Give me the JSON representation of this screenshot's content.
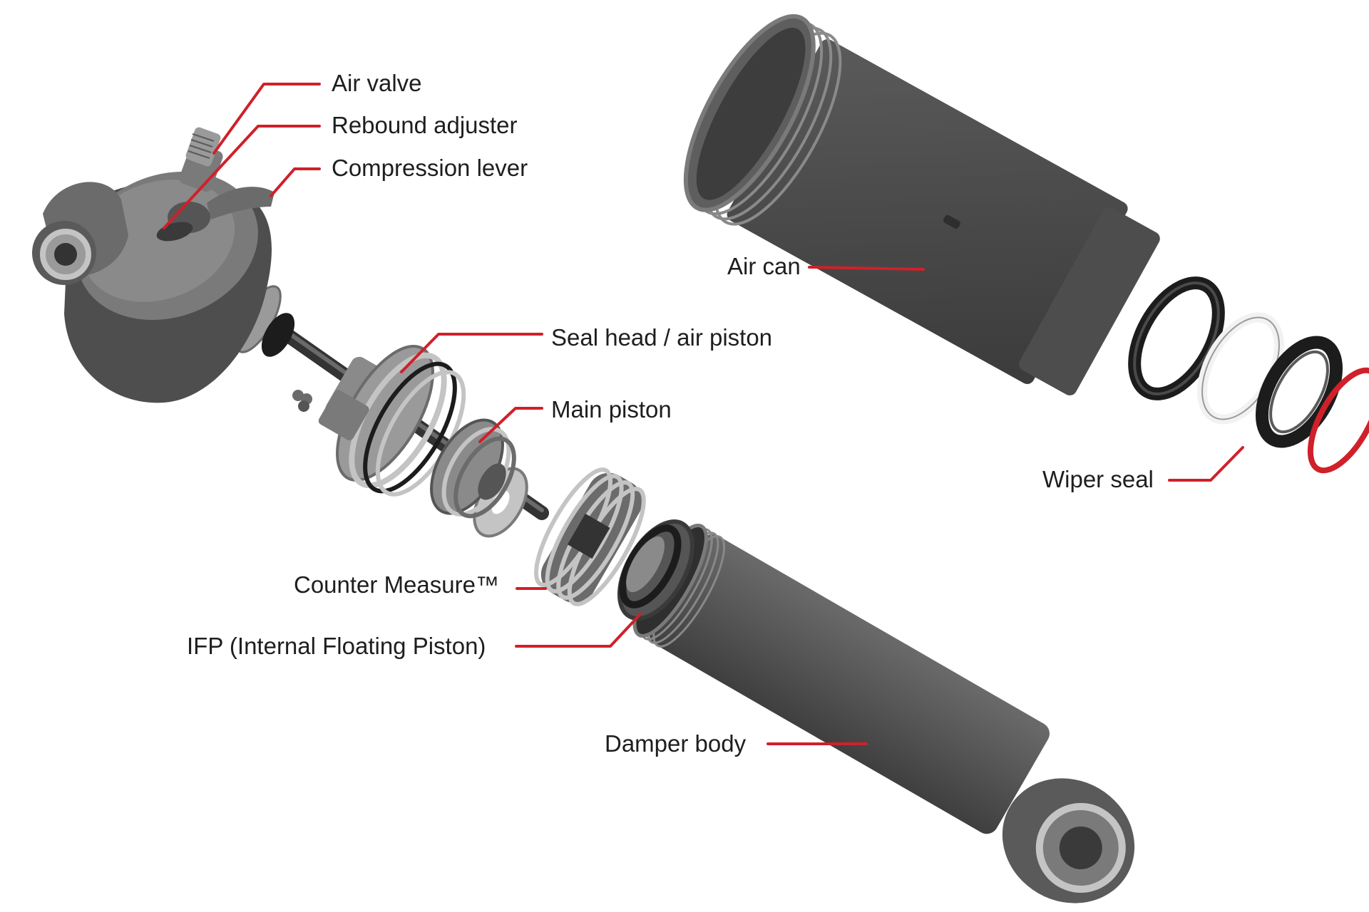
{
  "labels": {
    "air_valve": "Air valve",
    "rebound_adjuster": "Rebound adjuster",
    "compression_lever": "Compression lever",
    "air_can": "Air can",
    "seal_head": "Seal head / air piston",
    "main_piston": "Main piston",
    "wiper_seal": "Wiper seal",
    "counter_measure": "Counter Measure™",
    "ifp": "IFP (Internal Floating Piston)",
    "damper_body": "Damper body"
  },
  "colors": {
    "leader_line": "#d0202a",
    "part_dark": "#4a4a4a",
    "part_mid": "#6b6b6b",
    "part_light": "#9a9a9a",
    "part_highlight": "#c4c4c4",
    "seal_black": "#1c1c1c",
    "seal_white": "#f2f2f2",
    "seal_red": "#d0202a",
    "label_text": "#1e1e1e"
  }
}
